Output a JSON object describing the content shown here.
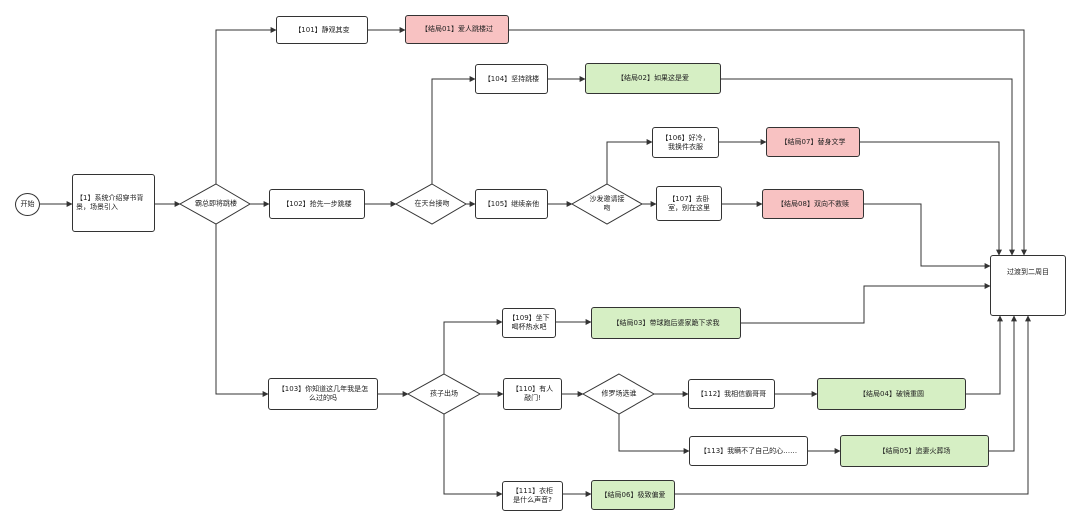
{
  "nodes": {
    "start": "开始",
    "n1": "【1】系统介绍穿书背景，场景引入",
    "d_jump": "霸总即将跳楼",
    "n101": "【101】静观其变",
    "e01": "【结局01】爱人跳楼过",
    "n104": "【104】坚持跳楼",
    "e02": "【结局02】如果这是爱",
    "n102": "【102】抢先一步跳楼",
    "d_roof": "在天台接吻",
    "n105": "【105】继续亲他",
    "d_sofa": "沙发邀请接\n吻",
    "n106": "【106】好冷，\n我换件衣服",
    "e07": "【结局07】替身文学",
    "n107": "【107】去卧\n室，别在这里",
    "e08": "【结局08】双向不救赎",
    "final": "过渡到二周目",
    "n103": "【103】你知道这几年我是怎\n么过的吗",
    "d_child": "孩子出场",
    "n109": "【109】坐下\n喝杯热水吧",
    "e03": "【结局03】带球跑后婆家跪下求我",
    "n110": "【110】有人\n敲门!",
    "d_shura": "修罗场选谁",
    "n112": "【112】我相信霸哥哥",
    "e04": "【结局04】破镜重圆",
    "n113": "【113】我瞒不了自己的心……",
    "e05": "【结局05】追妻火葬场",
    "n111": "【111】衣柜\n是什么声音?",
    "e06": "【结局06】极致偏爱"
  },
  "colors": {
    "ending_red": "#f8c2c2",
    "ending_green": "#d6efc4",
    "line": "#333333"
  }
}
